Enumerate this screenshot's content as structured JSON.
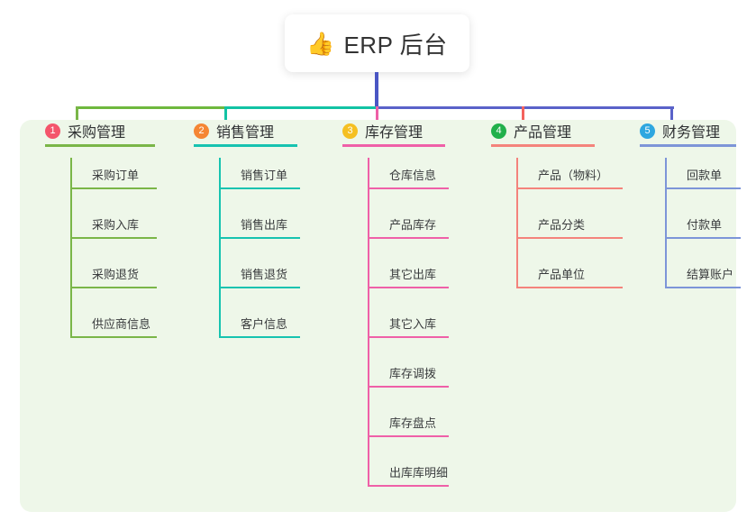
{
  "title": {
    "emoji": "👍",
    "emoji_name": "thumbs-up-icon",
    "text": "ERP 后台"
  },
  "colors": {
    "panel_bg": "#eef7e9",
    "page_bg": "#ffffff",
    "trunk": "#4a56c4",
    "bus_green": "#6eb83e",
    "bus_teal": "#12c3a4",
    "bus_blue": "#5a62c9",
    "drop_1": "#7ab648",
    "drop_2": "#12c3a4",
    "drop_3": "#ee5fa7",
    "drop_4": "#f4625d",
    "drop_5": "#5a62c9"
  },
  "columns": [
    {
      "number": "1",
      "badge_color": "#f4556b",
      "title": "采购管理",
      "line_color": "#7ab648",
      "items": [
        {
          "label": "采购订单"
        },
        {
          "label": "采购入库"
        },
        {
          "label": "采购退货"
        },
        {
          "label": "供应商信息"
        }
      ]
    },
    {
      "number": "2",
      "badge_color": "#f58634",
      "title": "销售管理",
      "line_color": "#17c3b0",
      "items": [
        {
          "label": "销售订单"
        },
        {
          "label": "销售出库"
        },
        {
          "label": "销售退货"
        },
        {
          "label": "客户信息"
        }
      ]
    },
    {
      "number": "3",
      "badge_color": "#f5c022",
      "title": "库存管理",
      "line_color": "#ef60a8",
      "items": [
        {
          "label": "仓库信息"
        },
        {
          "label": "产品库存"
        },
        {
          "label": "其它出库"
        },
        {
          "label": "其它入库"
        },
        {
          "label": "库存调拨"
        },
        {
          "label": "库存盘点"
        },
        {
          "label": "出库库明细"
        }
      ]
    },
    {
      "number": "4",
      "badge_color": "#21b04b",
      "title": "产品管理",
      "line_color": "#f4837c",
      "items": [
        {
          "label": "产品（物料）"
        },
        {
          "label": "产品分类"
        },
        {
          "label": "产品单位"
        }
      ]
    },
    {
      "number": "5",
      "badge_color": "#2ea7e0",
      "title": "财务管理",
      "line_color": "#7d95d8",
      "items": [
        {
          "label": "回款单"
        },
        {
          "label": "付款单"
        },
        {
          "label": "结算账户"
        }
      ]
    }
  ]
}
